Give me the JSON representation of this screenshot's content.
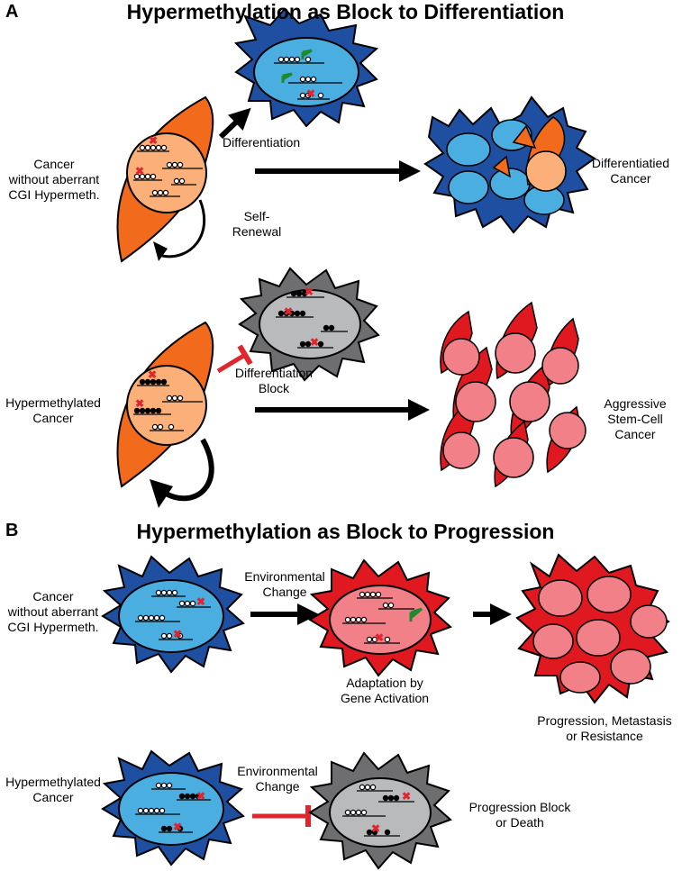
{
  "panel_a": {
    "letter": "A",
    "title": "Hypermethylation as Block to Differentiation",
    "labels": {
      "cancer_no_hyper": [
        "Cancer",
        "without aberrant",
        "CGI Hypermeth."
      ],
      "differentiation": "Differentiation",
      "self_renewal": [
        "Self-",
        "Renewal"
      ],
      "differentiated_cancer": [
        "Differentiatied",
        "Cancer"
      ],
      "hypermethylated_cancer": [
        "Hypermethylated",
        "Cancer"
      ],
      "differentiation_block": [
        "Differentiation",
        "Block"
      ],
      "aggressive": [
        "Aggressive",
        "Stem-Cell",
        "Cancer"
      ]
    }
  },
  "panel_b": {
    "letter": "B",
    "title": "Hypermethylation as Block to Progression",
    "labels": {
      "cancer_no_hyper": [
        "Cancer",
        "without aberrant",
        "CGI Hypermeth."
      ],
      "env_change_1": [
        "Environmental",
        "Change"
      ],
      "adaptation": [
        "Adaptation by",
        "Gene Activation"
      ],
      "progression": [
        "Progression, Metastasis",
        "or Resistance"
      ],
      "hypermethylated_cancer": [
        "Hypermethylated",
        "Cancer"
      ],
      "env_change_2": [
        "Environmental",
        "Change"
      ],
      "progression_block": [
        "Progression Block",
        "or Death"
      ]
    }
  },
  "colors": {
    "orange_cell": "#f26a1b",
    "orange_nucleus": "#fbb07a",
    "blue_cell": "#1f4fa0",
    "blue_nucleus": "#4aaee0",
    "gray_cell": "#6e6e70",
    "gray_nucleus": "#b9babc",
    "red_cell": "#e0181f",
    "red_nucleus": "#f28088",
    "inhibit_red": "#e0262c",
    "flag_green": "#1f8a2c",
    "x_red": "#e0262c"
  }
}
